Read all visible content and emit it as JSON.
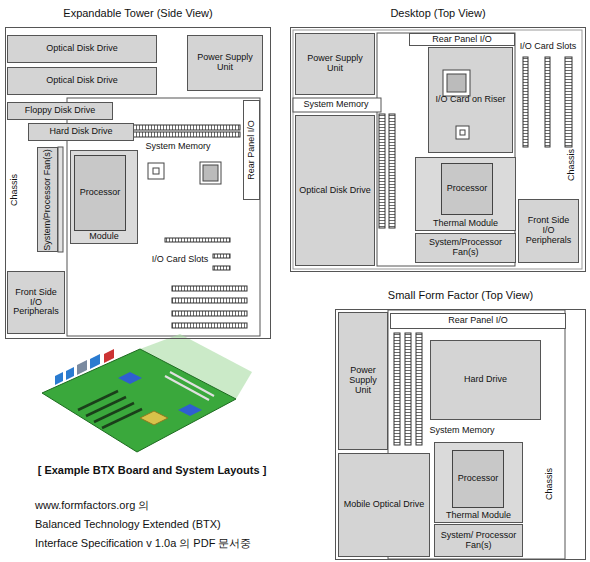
{
  "diagram": {
    "caption": "[ Example BTX Board and System Layouts ]",
    "nodes": [
      {
        "text": [
          "Expandable Tower (Side View)"
        ]
      },
      {
        "text": [
          "Optical Disk Drive"
        ],
        "in": 0
      },
      {
        "text": [
          "Optical Disk Drive"
        ],
        "in": 0
      },
      {
        "text": [
          "Power Supply Unit"
        ],
        "in": 0
      },
      {
        "text": [
          "Floppy Disk Drive"
        ],
        "in": 0
      },
      {
        "text": [
          "Hard Disk Drive"
        ],
        "in": 0
      },
      {
        "text": [
          "System/Processor Fan(s)"
        ],
        "in": 0
      },
      {
        "text": [
          "Thermal Module"
        ],
        "in": 0
      },
      {
        "text": [
          "Processor"
        ],
        "in": 7
      },
      {
        "text": [
          "Rear Panel I/O"
        ],
        "in": 0
      },
      {
        "text": [
          "Front Side I/O Peripherals"
        ],
        "in": 0
      },
      {
        "text": [
          "Desktop (Top View)"
        ]
      },
      {
        "text": [
          "Power Supply Unit"
        ],
        "in": 11
      },
      {
        "text": [
          "Rear Panel I/O"
        ],
        "in": 11
      },
      {
        "text": [
          "I/O Card on Riser"
        ],
        "in": 11
      },
      {
        "text": [
          "Optical Disk Drive"
        ],
        "in": 11
      },
      {
        "text": [
          "Thermal Module"
        ],
        "in": 11
      },
      {
        "text": [
          "Processor"
        ],
        "in": 16
      },
      {
        "text": [
          "System/Processor Fan(s)"
        ],
        "in": 11
      },
      {
        "text": [
          "Front Side I/O Peripherals"
        ],
        "in": 11
      },
      {
        "text": [
          "Small Form Factor (Top View)"
        ]
      },
      {
        "text": [
          "Rear Panel I/O"
        ],
        "in": 20
      },
      {
        "text": [
          "Power Supply Unit"
        ],
        "in": 20
      },
      {
        "text": [
          "Hard Drive"
        ],
        "in": 20
      },
      {
        "text": [
          "Thermal Module"
        ],
        "in": 20
      },
      {
        "text": [
          "Processor"
        ],
        "in": 24
      },
      {
        "text": [
          "Mobile Optical Drive"
        ],
        "in": 20
      },
      {
        "text": [
          "System/ Processor Fan(s)"
        ],
        "in": 20
      }
    ],
    "labels": [
      "Chassis",
      "System Memory",
      "I/O Card Slots",
      "System Memory",
      "I/O Card Slots",
      "Chassis",
      "System Memory",
      "Chassis",
      "www.formfactors.org 의",
      "Balanced Technology Extended (BTX)",
      "Interface Specification v 1.0a 의 PDF 문서중"
    ]
  }
}
